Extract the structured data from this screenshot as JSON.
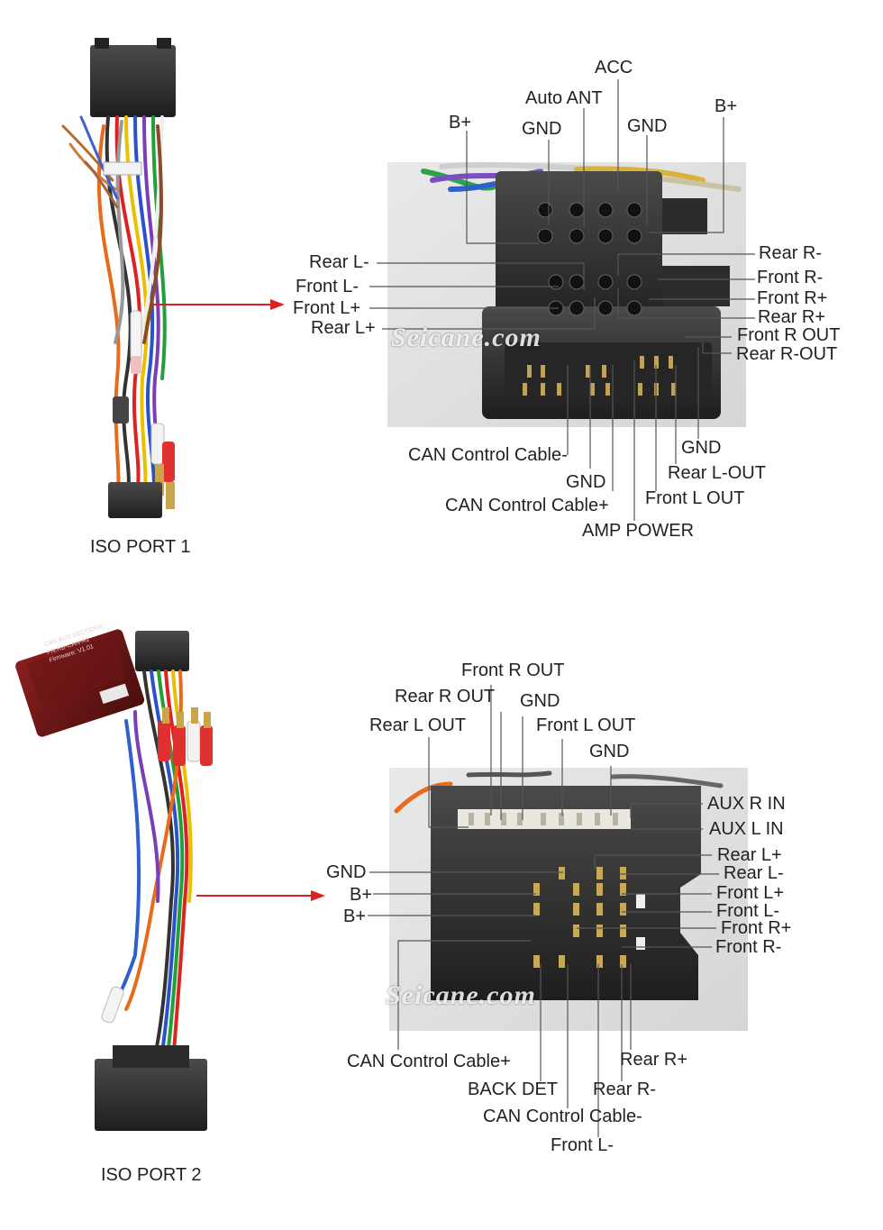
{
  "port1": {
    "title": "ISO PORT 1",
    "watermark": "Seicane.com",
    "labels": {
      "acc": "ACC",
      "auto_ant": "Auto ANT",
      "gnd_top_left": "GND",
      "gnd_top_right": "GND",
      "b_plus_left": "B+",
      "b_plus_right": "B+",
      "rear_l_minus": "Rear L-",
      "front_l_minus": "Front L-",
      "front_l_plus": "Front L+",
      "rear_l_plus": "Rear L+",
      "rear_r_minus": "Rear R-",
      "front_r_minus": "Front R-",
      "front_r_plus": "Front R+",
      "rear_r_plus": "Rear R+",
      "front_r_out": "Front R OUT",
      "rear_r_out": "Rear R-OUT",
      "can_minus": "CAN Control Cable-",
      "gnd_bottom": "GND",
      "can_plus": "CAN Control Cable+",
      "amp_power": "AMP POWER",
      "gnd_bottom_right": "GND",
      "rear_l_out": "Rear L-OUT",
      "front_l_out": "Front L OUT"
    }
  },
  "port2": {
    "title": "ISO PORT 2",
    "watermark": "Seicane.com",
    "decoder_text": [
      "CAN BUS DECODER",
      "PN:RB-CAN-A1",
      "Firmware: V1.01"
    ],
    "labels": {
      "front_r_out": "Front R OUT",
      "rear_r_out": "Rear R OUT",
      "gnd_top": "GND",
      "rear_l_out": "Rear L OUT",
      "front_l_out": "Front L OUT",
      "gnd_top2": "GND",
      "aux_r_in": "AUX R IN",
      "aux_l_in": "AUX L IN",
      "rear_l_plus": "Rear L+",
      "rear_l_minus": "Rear L-",
      "front_l_plus": "Front L+",
      "front_l_minus": "Front L-",
      "front_r_plus": "Front R+",
      "front_r_minus": "Front R-",
      "gnd_left": "GND",
      "b_plus_1": "B+",
      "b_plus_2": "B+",
      "can_plus": "CAN Control Cable+",
      "back_det": "BACK DET",
      "can_minus": "CAN Control Cable-",
      "front_l_minus_bottom": "Front L-",
      "rear_r_plus": "Rear R+",
      "rear_r_minus": "Rear R-"
    }
  },
  "colors": {
    "arrow": "#e02020",
    "leader": "#555555",
    "connector": "#3a3a3a"
  }
}
